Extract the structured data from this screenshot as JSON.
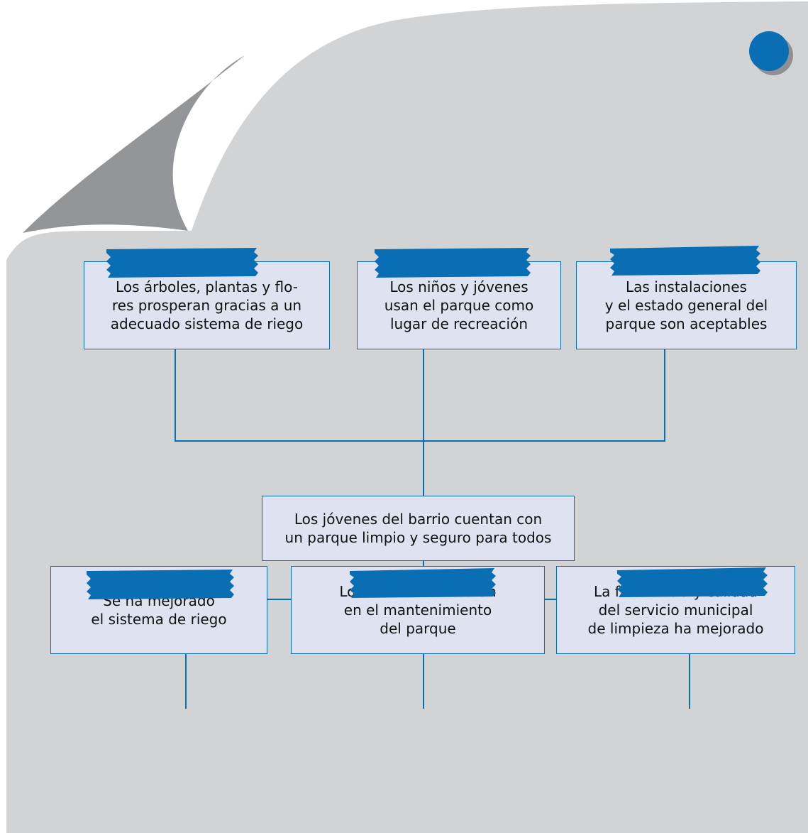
{
  "colors": {
    "background": "#ffffff",
    "page": "#d1d3d4",
    "page_curl": "#939598",
    "tape": "#0a6eb4",
    "box_fill": "#dfe3f1",
    "box_border": "#0a6eb4",
    "connector": "#0a6eb4",
    "pin": "#0a6eb4",
    "pin_shadow": "#8e9093"
  },
  "diagram": {
    "effects": [
      "Los árboles, plantas y flo-\nres prosperan gracias a un\nadecuado sistema de riego",
      "Los niños y jóvenes\nusan el parque como\nlugar de recreación",
      "Las instalaciones\ny el estado general del\nparque son aceptables"
    ],
    "central": "Los jóvenes del barrio cuentan con\nun parque limpio y seguro para todos",
    "means": [
      "Se ha mejorado\nel sistema de riego",
      "Los vecinos colaboran\nen el mantenimiento\ndel parque",
      "La frecuencia y calidad\ndel servicio municipal\nde limpieza ha mejorado"
    ]
  }
}
